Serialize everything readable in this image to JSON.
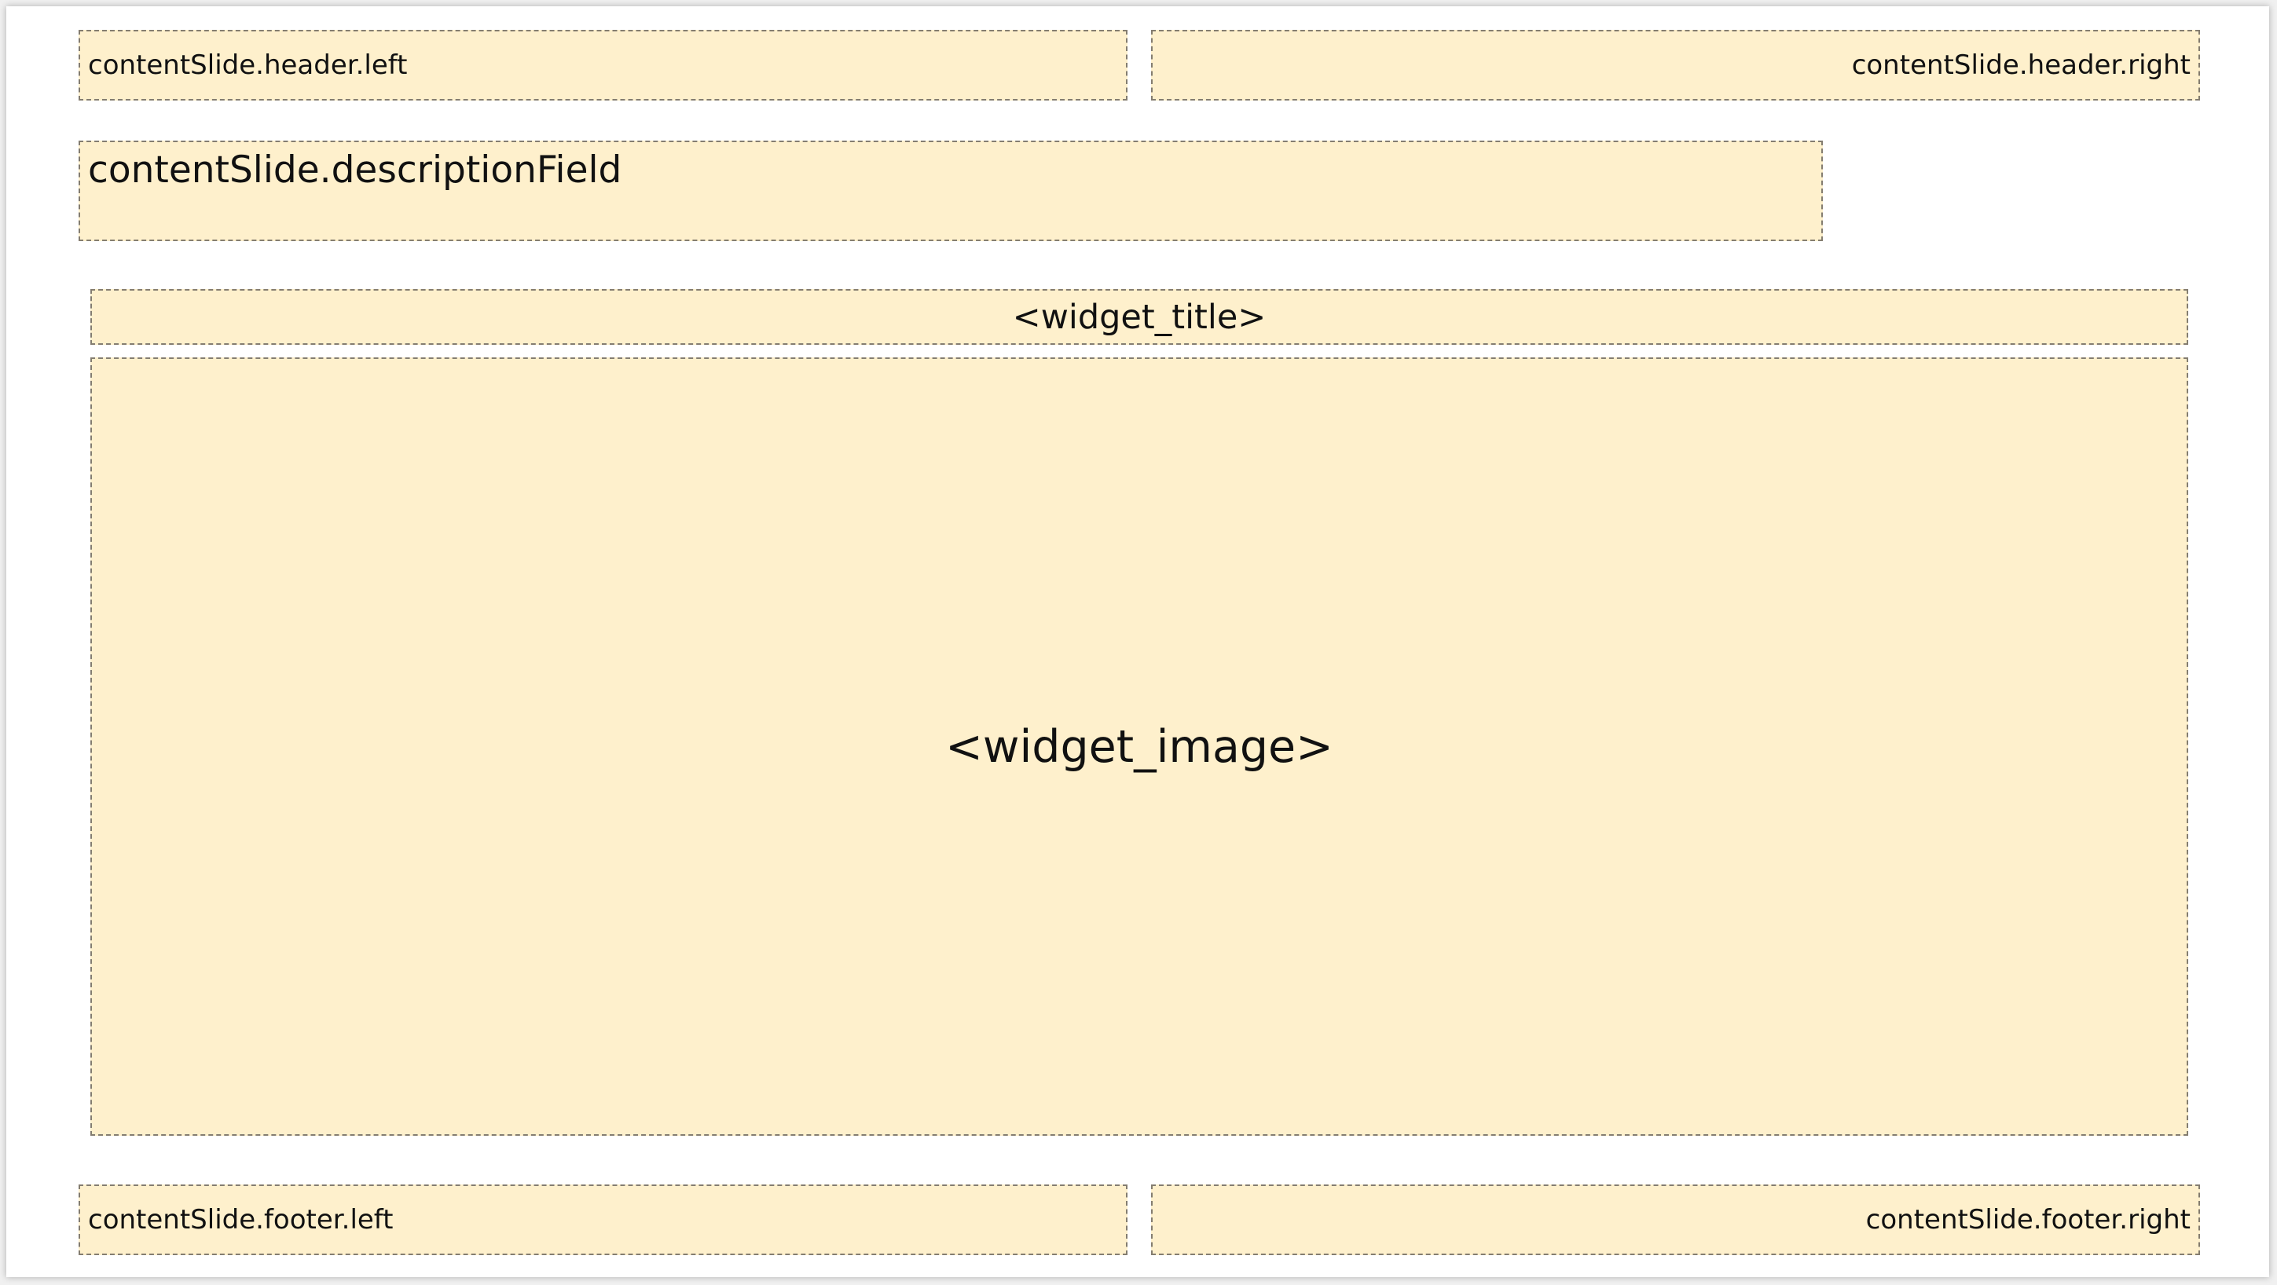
{
  "slide": {
    "header": {
      "left": "contentSlide.header.left",
      "right": "contentSlide.header.right"
    },
    "description": "contentSlide.descriptionField",
    "widget": {
      "title": "<widget_title>",
      "image": "<widget_image>"
    },
    "footer": {
      "left": "contentSlide.footer.left",
      "right": "contentSlide.footer.right"
    }
  },
  "colors": {
    "placeholder_fill": "#fef0cc",
    "placeholder_border": "#847d70",
    "slide_background": "#ffffff"
  }
}
